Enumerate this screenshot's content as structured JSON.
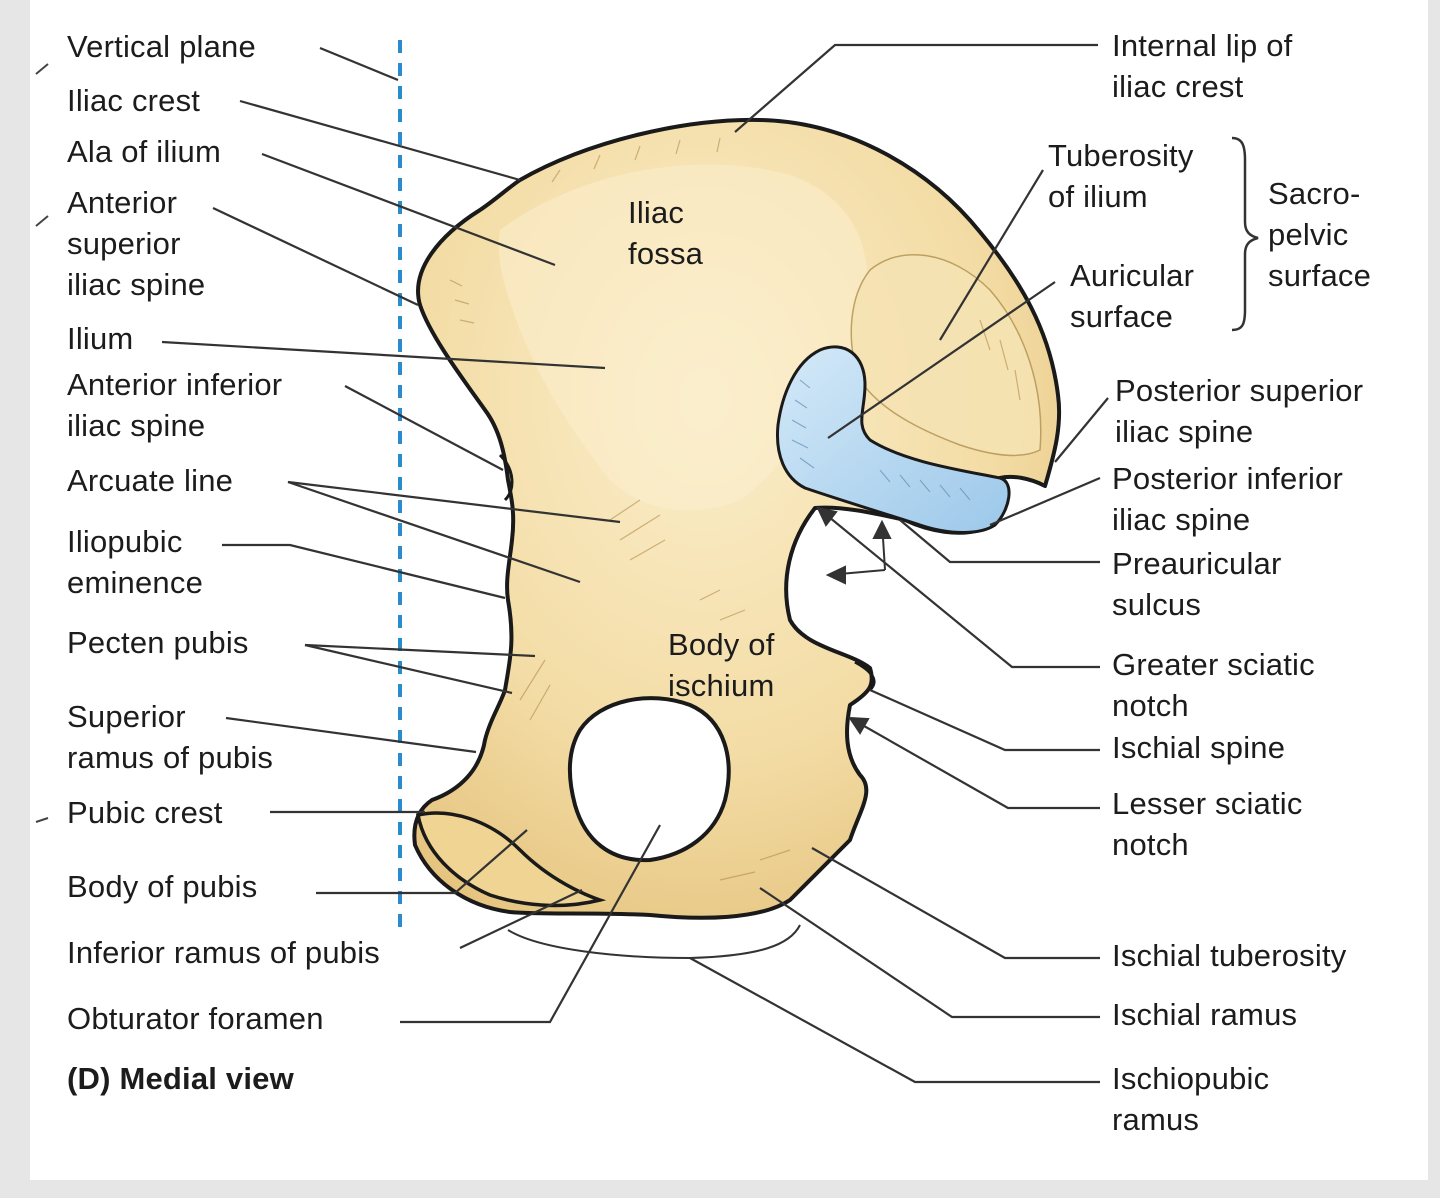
{
  "figure": {
    "caption": "(D) Medial view",
    "colors": {
      "bone_fill": "#f4dfaa",
      "bone_outline": "#1a1a1a",
      "auricular_fill": "#b7d8f0",
      "vertical_plane": "#2a8ccf",
      "leader_lines": "#333333"
    }
  },
  "labels": {
    "vertical_plane": "Vertical plane",
    "iliac_crest": "Iliac crest",
    "ala_of_ilium": "Ala of ilium",
    "anterior_superior_iliac_spine": "Anterior\nsuperior\niliac spine",
    "ilium": "Ilium",
    "anterior_inferior_iliac_spine": "Anterior inferior\niliac spine",
    "arcuate_line": "Arcuate line",
    "iliopubic_eminence": "Iliopubic\neminence",
    "pecten_pubis": "Pecten pubis",
    "superior_ramus_of_pubis": "Superior\nramus of pubis",
    "pubic_crest": "Pubic crest",
    "body_of_pubis": "Body of pubis",
    "inferior_ramus_of_pubis": "Inferior ramus of pubis",
    "obturator_foramen": "Obturator foramen",
    "iliac_fossa": "Iliac\nfossa",
    "body_of_ischium": "Body of\nischium",
    "internal_lip_of_iliac_crest": "Internal lip of\niliac crest",
    "tuberosity_of_ilium": "Tuberosity\nof ilium",
    "auricular_surface": "Auricular\nsurface",
    "sacropelvic_surface": "Sacro-\npelvic\nsurface",
    "posterior_superior_iliac_spine": "Posterior superior\niliac spine",
    "posterior_inferior_iliac_spine": "Posterior inferior\niliac spine",
    "preauricular_sulcus": "Preauricular\nsulcus",
    "greater_sciatic_notch": "Greater sciatic\nnotch",
    "ischial_spine": "Ischial spine",
    "lesser_sciatic_notch": "Lesser sciatic\nnotch",
    "ischial_tuberosity": "Ischial tuberosity",
    "ischial_ramus": "Ischial ramus",
    "ischiopubic_ramus": "Ischiopubic\nramus"
  }
}
